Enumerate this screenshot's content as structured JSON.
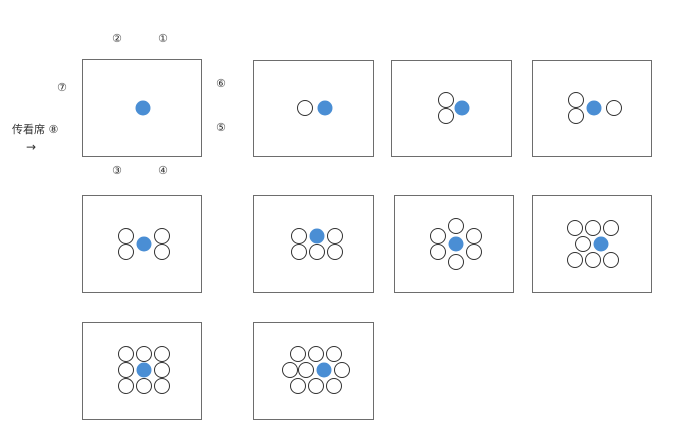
{
  "colors": {
    "border": "#6d6d6d",
    "filled_circle": "#4a8ed4",
    "empty_circle_stroke": "#333333",
    "empty_circle_fill": "#ffffff"
  },
  "labels": {
    "pos1": "①",
    "pos2": "②",
    "pos3": "③",
    "pos4": "④",
    "pos5": "⑤",
    "pos6": "⑥",
    "pos7": "⑦",
    "pos8": "⑧",
    "viewer_seat": "传看席",
    "arrow": "→"
  },
  "panels": [
    {
      "filled_count": 1,
      "empty_count": 0
    },
    {
      "filled_count": 1,
      "empty_count": 1
    },
    {
      "filled_count": 1,
      "empty_count": 2
    },
    {
      "filled_count": 1,
      "empty_count": 3
    },
    {
      "filled_count": 1,
      "empty_count": 4
    },
    {
      "filled_count": 1,
      "empty_count": 5
    },
    {
      "filled_count": 1,
      "empty_count": 6
    },
    {
      "filled_count": 1,
      "empty_count": 7
    },
    {
      "filled_count": 1,
      "empty_count": 8
    },
    {
      "filled_count": 1,
      "empty_count": 9
    }
  ]
}
